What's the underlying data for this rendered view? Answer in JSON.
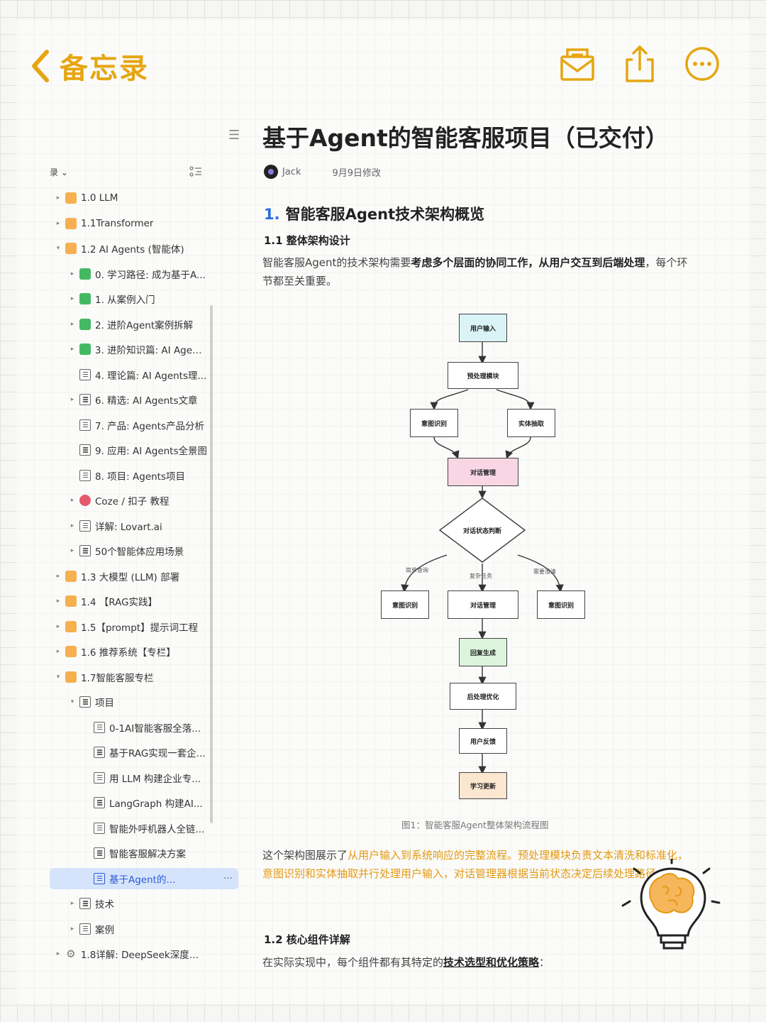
{
  "topbar": {
    "back_label": "备忘录"
  },
  "sidebar": {
    "header": "录 ⌄",
    "items": [
      {
        "label": "1.0 LLM"
      },
      {
        "label": "1.1Transformer"
      },
      {
        "label": "1.2 AI Agents (智能体)"
      },
      {
        "label": "0. 学习路径: 成为基于A..."
      },
      {
        "label": "1. 从案例入门"
      },
      {
        "label": "2. 进阶Agent案例拆解"
      },
      {
        "label": "3. 进阶知识篇: AI Agen..."
      },
      {
        "label": "4. 理论篇: AI Agents理..."
      },
      {
        "label": "6. 精选: AI Agents文章"
      },
      {
        "label": "7. 产品: Agents产品分析"
      },
      {
        "label": "9. 应用: AI Agents全景图"
      },
      {
        "label": "8. 项目: Agents项目"
      },
      {
        "label": "Coze / 扣子 教程"
      },
      {
        "label": "详解: Lovart.ai"
      },
      {
        "label": "50个智能体应用场景"
      },
      {
        "label": "1.3 大模型 (LLM) 部署"
      },
      {
        "label": "1.4 【RAG实践】"
      },
      {
        "label": "1.5【prompt】提示词工程"
      },
      {
        "label": "1.6 推荐系统【专栏】"
      },
      {
        "label": "1.7智能客服专栏"
      },
      {
        "label": "项目"
      },
      {
        "label": "0-1AI智能客服全落..."
      },
      {
        "label": "基于RAG实现一套企..."
      },
      {
        "label": "用 LLM 构建企业专..."
      },
      {
        "label": "LangGraph 构建AI..."
      },
      {
        "label": "智能外呼机器人全链..."
      },
      {
        "label": "智能客服解决方案"
      },
      {
        "label": "基于Agent的..."
      },
      {
        "label": "技术"
      },
      {
        "label": "案例"
      },
      {
        "label": "1.8详解: DeepSeek深度推..."
      }
    ],
    "active_more": "···"
  },
  "document": {
    "title": "基于Agent的智能客服项目（已交付）",
    "author": "Jack",
    "modified": "9月9日修改",
    "h1_num": "1.",
    "h1_text": "智能客服Agent技术架构概览",
    "h2_1": "1.1 整体架构设计",
    "p1_a": "智能客服Agent的技术架构需要",
    "p1_b": "考虑多个层面的协同工作，从用户交互到后端处理",
    "p1_c": "，每个环节都至关重要。",
    "caption": "图1：智能客服Agent整体架构流程图",
    "p2_a": "这个架构图展示了",
    "p2_b": "从用户输入到系统响应的完整流程。预处理模块负责文本清洗和标准化，意图识别和实体抽取并行处理用户输入，对话管理器根据当前状态决定后续处理路径。",
    "h2_2": "1.2 核心组件详解",
    "p3_a": "在实际实现中，每个组件都有其特定的",
    "p3_b": "技术选型和优化策略",
    "p3_c": "："
  },
  "flowchart": {
    "nodes": {
      "user_input": "用户输入",
      "preprocess": "预处理模块",
      "intent": "意图识别",
      "entity": "实体抽取",
      "dialog_mgmt": "对话管理",
      "state_judge": "对话状态判断",
      "left_intent": "意图识别",
      "mid_dialog": "对话管理",
      "right_intent": "意图识别",
      "reply_gen": "回复生成",
      "postprocess": "后处理优化",
      "feedback": "用户反馈",
      "learning": "学习更新"
    },
    "edges": {
      "simple": "简单查询",
      "complex": "复杂任务",
      "clarify": "需要澄清"
    },
    "colors": {
      "user_input": "#d9f3f6",
      "dialog_mgmt": "#f8d6e4",
      "reply_gen": "#dcf4dc",
      "learning": "#fbe6cf",
      "default": "#ffffff"
    }
  },
  "colors": {
    "accent": "#e6a612",
    "active": "#2a5bd7",
    "link": "#2a6ed9"
  }
}
